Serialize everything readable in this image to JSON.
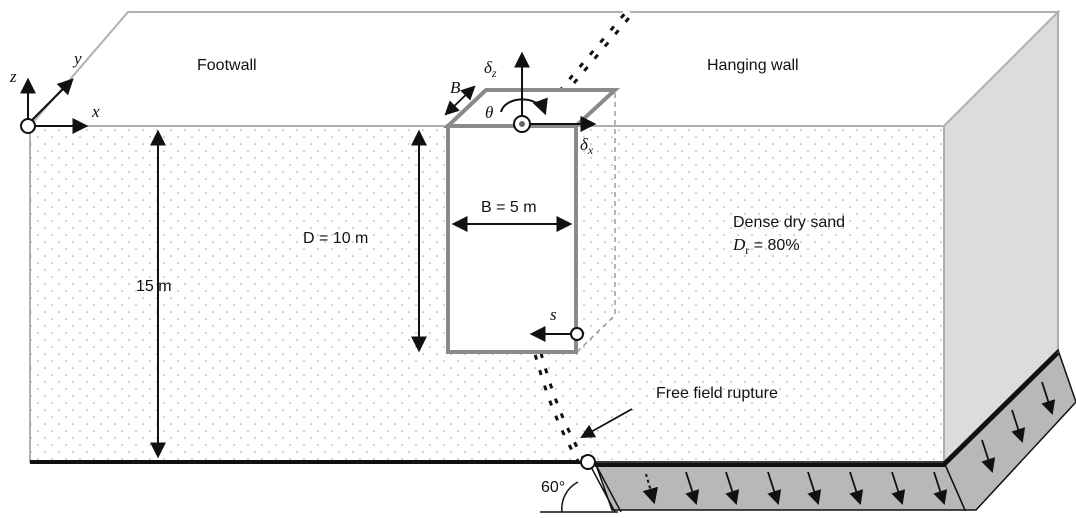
{
  "labels": {
    "footwall": "Footwall",
    "hanging_wall": "Hanging wall",
    "depth_total": "15 m",
    "embedment": "D = 10 m",
    "width": "B = 5 m",
    "soil_name": "Dense dry sand",
    "relative_density": "80%",
    "rupture": "Free field rupture",
    "dip_angle": "60°"
  },
  "symbols": {
    "axis_x": "x",
    "axis_y": "y",
    "axis_z": "z",
    "width_symbol": "B",
    "rotation": "θ",
    "vertical_disp": "δ",
    "vertical_disp_sub": "z",
    "horizontal_disp": "δ",
    "horizontal_disp_sub": "x",
    "slip": "s",
    "density_symbol": "D",
    "density_sub": "r"
  },
  "colors": {
    "outline": "#b0b0b0",
    "caisson": "#8a8a8a",
    "base_block": "#b8b8b8",
    "line": "#111111"
  }
}
